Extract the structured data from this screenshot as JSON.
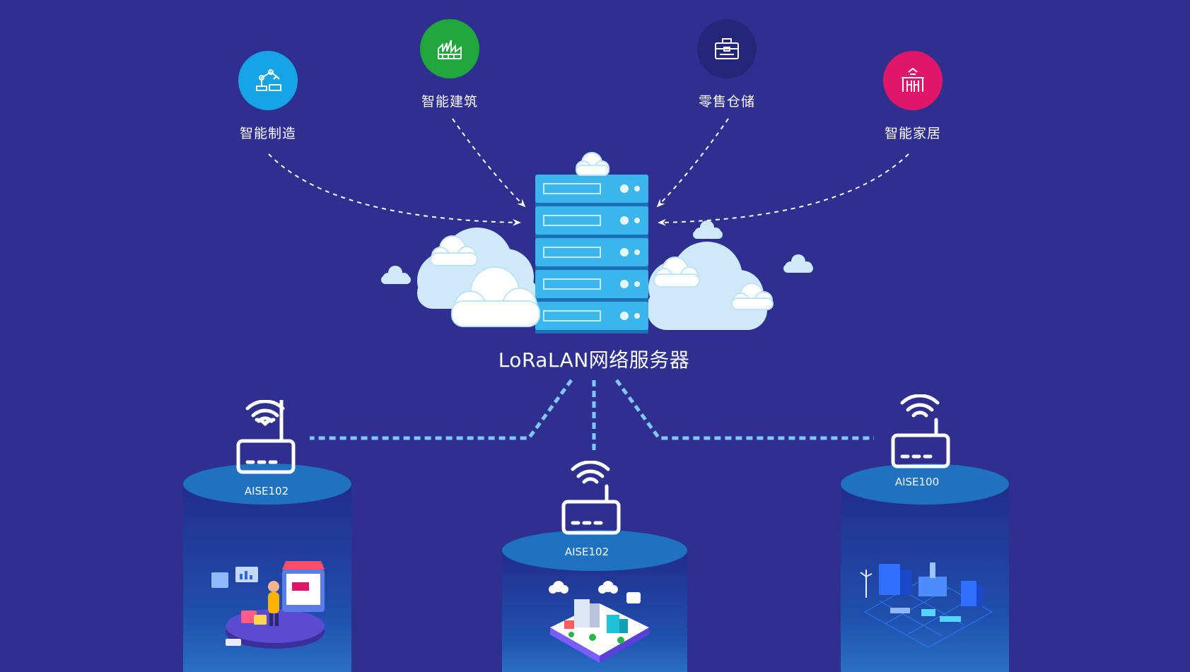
{
  "colors": {
    "background": "#2e2f8e",
    "manufacturing": "#16a4e6",
    "building": "#1fa63d",
    "retail": "#24267a",
    "home": "#e0166b",
    "link": "#7fc8ff",
    "pillar_top": "#1e72c0"
  },
  "applications": [
    {
      "label": "智能制造",
      "icon": "robot-arm-icon"
    },
    {
      "label": "智能建筑",
      "icon": "building-icon"
    },
    {
      "label": "零售仓储",
      "icon": "toolbox-icon"
    },
    {
      "label": "智能家居",
      "icon": "smart-home-icon"
    }
  ],
  "server": {
    "label": "LoRaLAN网络服务器",
    "icon": "server-rack-icon"
  },
  "gateways": [
    {
      "label": "AISE102",
      "illustration": "smart-retail-illustration"
    },
    {
      "label": "AISE102",
      "illustration": "smart-city-illustration"
    },
    {
      "label": "AISE100",
      "illustration": "smart-factory-illustration"
    }
  ]
}
